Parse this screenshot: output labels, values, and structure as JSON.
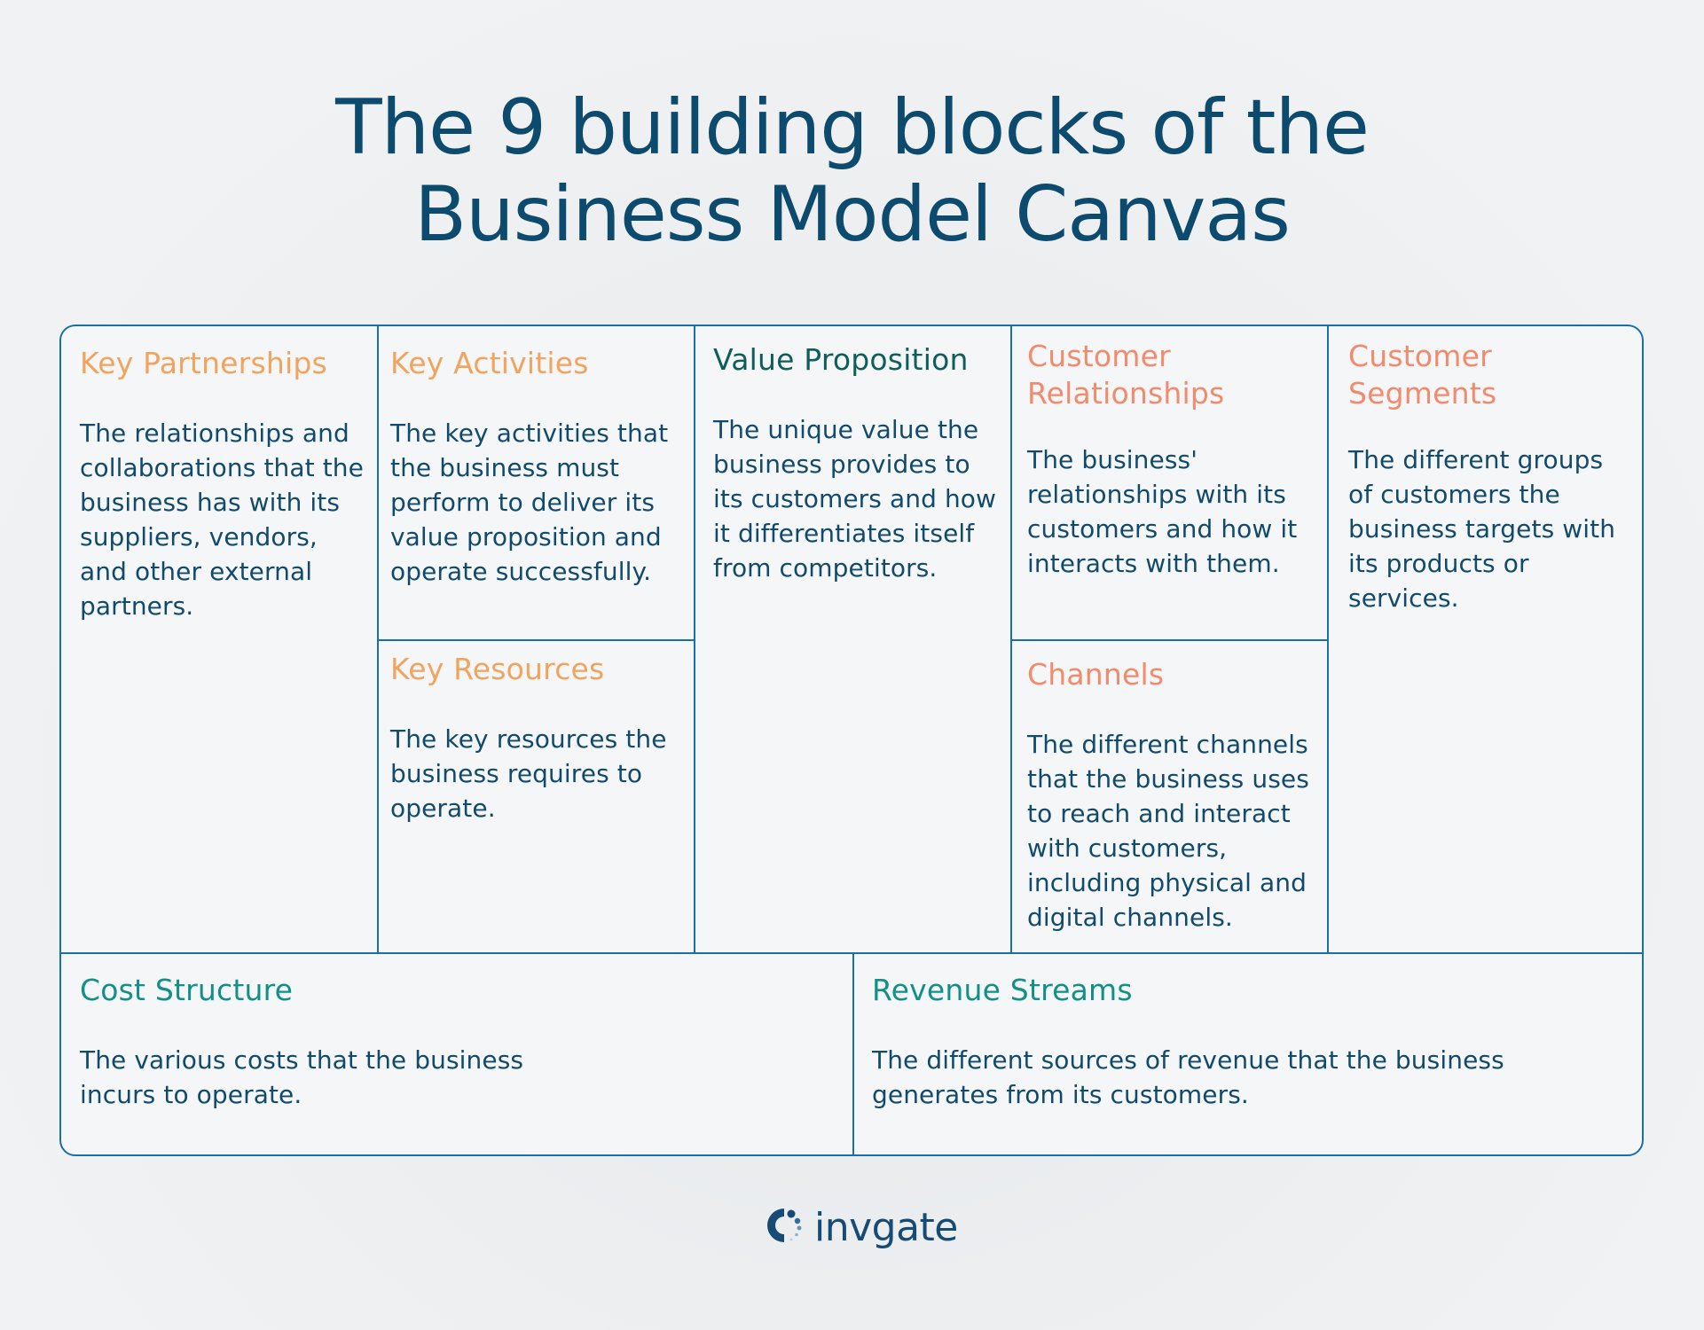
{
  "title": {
    "line1": "The 9 building blocks of the",
    "line2": "Business Model Canvas"
  },
  "blocks": {
    "key_partnerships": {
      "title": "Key Partnerships",
      "description": "The relationships and collaborations that the business has with its suppliers, vendors, and other external partners."
    },
    "key_activities": {
      "title": "Key Activities",
      "description": "The key activities that the business must perform to deliver its value proposition and operate successfully."
    },
    "key_resources": {
      "title": "Key Resources",
      "description": "The key resources the business requires to operate."
    },
    "value_proposition": {
      "title": "Value Proposition",
      "description": "The unique value the business provides to its customers and how it differentiates itself from competitors."
    },
    "customer_relationships": {
      "title": "Customer Relationships",
      "description": "The business' relationships with its customers and how it interacts with them."
    },
    "channels": {
      "title": "Channels",
      "description": "The different channels that the business uses to reach and interact with customers, including physical and digital channels."
    },
    "customer_segments": {
      "title": "Customer Segments",
      "description": "The different groups of customers the business targets with its products or services."
    },
    "cost_structure": {
      "title": "Cost Structure",
      "description": "The various costs that the business incurs to operate."
    },
    "revenue_streams": {
      "title": "Revenue Streams",
      "description": "The different sources of revenue that the business generates from its customers."
    }
  },
  "logo": {
    "text": "invgate",
    "icon": "invgate-logo-icon"
  },
  "colors": {
    "title": "#0c4a6e",
    "border": "#1b6fa8",
    "orange_heading": "#f2a35e",
    "salmon_heading": "#f28a6c",
    "dark_teal_heading": "#0f5e59",
    "teal_heading": "#128f86",
    "body_text": "#124a6b"
  }
}
